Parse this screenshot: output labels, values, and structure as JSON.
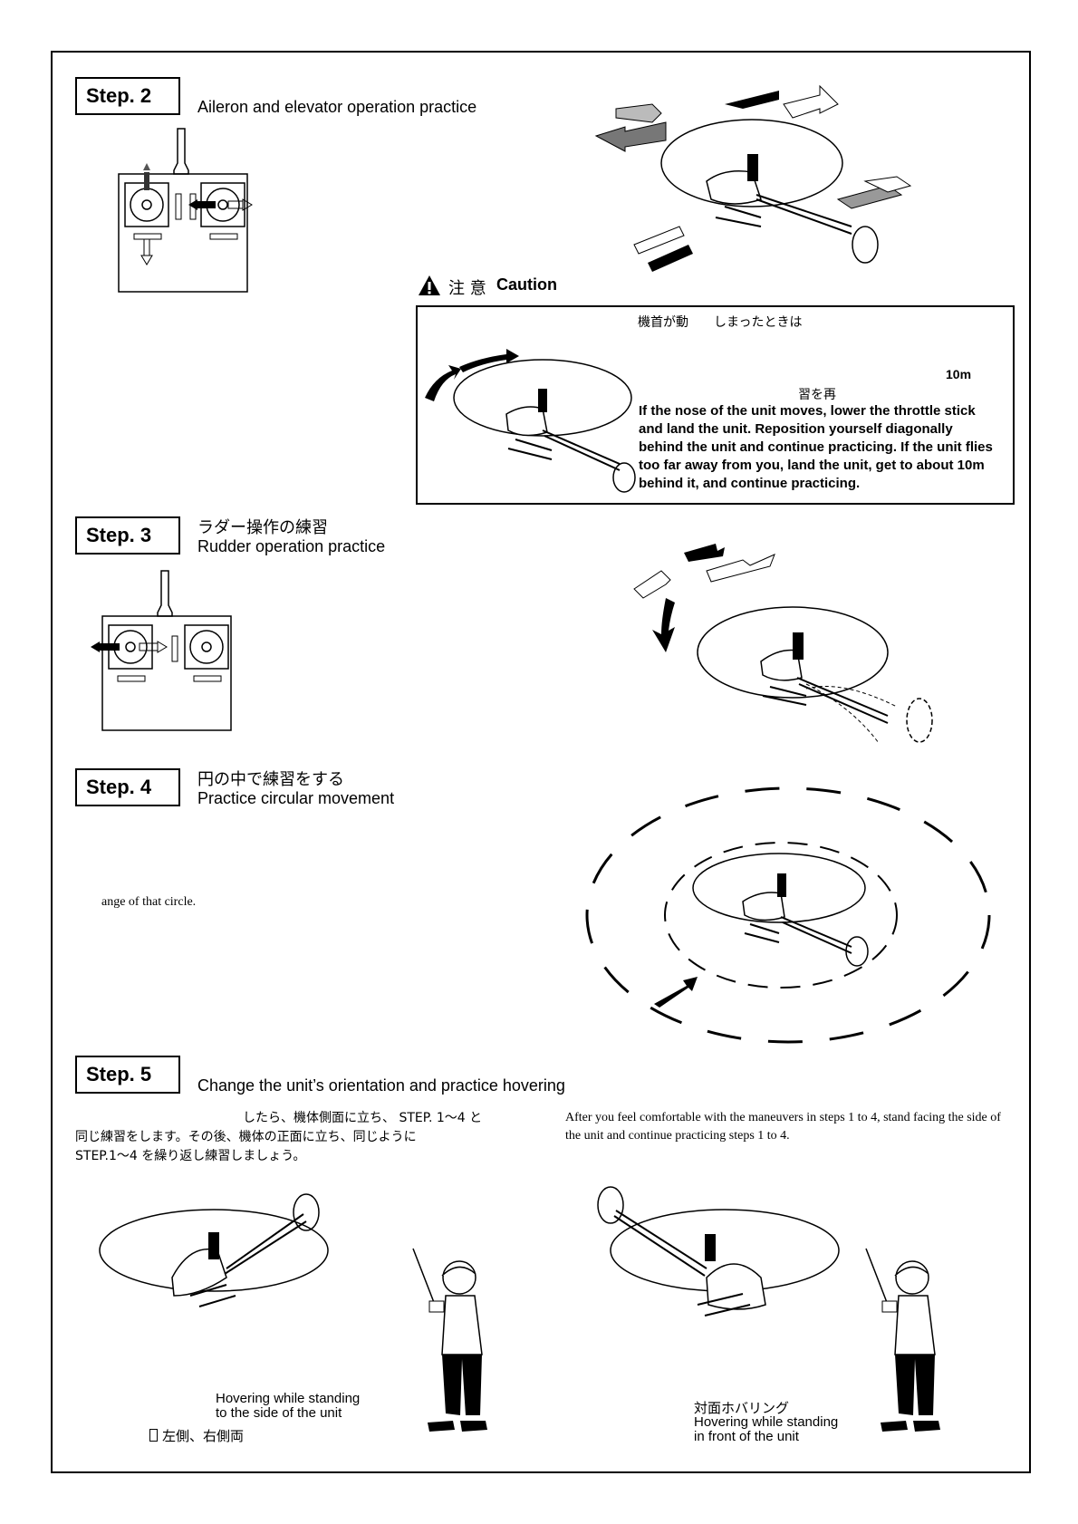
{
  "step2": {
    "label": "Step. 2",
    "title": "Aileron and elevator operation practice"
  },
  "caution": {
    "jp_label": "注 意",
    "en_label": "Caution",
    "jp_line1": "機首が動　　しまったときは",
    "distance": "10m",
    "jp_line2": "習を再",
    "en_text": "If the nose of the unit moves, lower the throttle stick and land the unit. Reposition yourself diagonally behind the unit and continue practicing. If the unit flies too far away from you, land the unit, get to about 10m behind it, and continue practicing."
  },
  "step3": {
    "label": "Step. 3",
    "title_jp": "ラダー操作の練習",
    "title_en": "Rudder operation practice"
  },
  "step4": {
    "label": "Step. 4",
    "title_jp": "円の中で練習をする",
    "title_en": "Practice circular movement",
    "body": "ange of that circle."
  },
  "step5": {
    "label": "Step. 5",
    "title": "Change the unit’s orientation and practice hovering",
    "jp_line1": "したら、機体側面に立ち、 STEP. 1〜4 と",
    "jp_line2": "同じ練習をします。その後、機体の正面に立ち、同じように",
    "jp_line3": "STEP.1〜4 を繰り返し練習しましょう。",
    "en_body": "After you feel comfortable with the maneuvers in steps 1 to 4, stand facing the side of the unit and continue practicing steps 1 to 4.",
    "caption_left_1": "Hovering while standing",
    "caption_left_2": "to the side of the unit",
    "caption_left_jp": "左側、右側両",
    "caption_right_jp": "対面ホバリング",
    "caption_right_1": "Hovering while standing",
    "caption_right_2": "in front of the unit"
  }
}
